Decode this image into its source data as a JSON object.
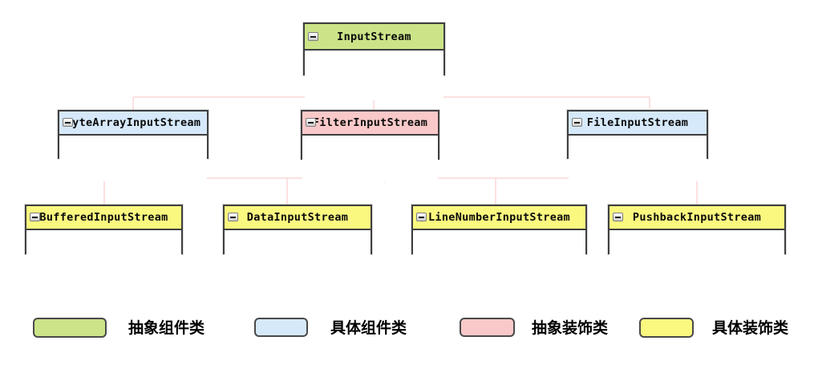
{
  "classes": [
    {
      "name": "InputStream",
      "category": "abstract-component",
      "header_color": "#cbe488"
    },
    {
      "name": "ByteArrayInputStream",
      "category": "concrete-component",
      "header_color": "#d6e9fb"
    },
    {
      "name": "FilterInputStream",
      "category": "abstract-decorator",
      "header_color": "#f9c9c9"
    },
    {
      "name": "FileInputStream",
      "category": "concrete-component",
      "header_color": "#d6e9fb"
    },
    {
      "name": "BufferedInputStream",
      "category": "concrete-decorator",
      "header_color": "#fbf880"
    },
    {
      "name": "DataInputStream",
      "category": "concrete-decorator",
      "header_color": "#fbf880"
    },
    {
      "name": "LineNumberInputStream",
      "category": "concrete-decorator",
      "header_color": "#fbf880"
    },
    {
      "name": "PushbackInputStream",
      "category": "concrete-decorator",
      "header_color": "#fbf880"
    }
  ],
  "relations": [
    {
      "type": "inheritance",
      "from": "ByteArrayInputStream",
      "to": "InputStream"
    },
    {
      "type": "inheritance",
      "from": "FilterInputStream",
      "to": "InputStream"
    },
    {
      "type": "inheritance",
      "from": "FileInputStream",
      "to": "InputStream"
    },
    {
      "type": "inheritance",
      "from": "BufferedInputStream",
      "to": "FilterInputStream"
    },
    {
      "type": "inheritance",
      "from": "DataInputStream",
      "to": "FilterInputStream"
    },
    {
      "type": "inheritance",
      "from": "LineNumberInputStream",
      "to": "FilterInputStream"
    },
    {
      "type": "inheritance",
      "from": "PushbackInputStream",
      "to": "FilterInputStream"
    }
  ],
  "connector_colors": {
    "line": "#fcd7d7",
    "arrow": "#f5b0b0"
  },
  "icons": {
    "collapse_icon": "minus-icon"
  },
  "legend": [
    {
      "label": "抽象组件类",
      "color": "#cbe488"
    },
    {
      "label": "具体组件类",
      "color": "#d6e9fb"
    },
    {
      "label": "抽象装饰类",
      "color": "#f9c9c9"
    },
    {
      "label": "具体装饰类",
      "color": "#fbf880"
    }
  ]
}
